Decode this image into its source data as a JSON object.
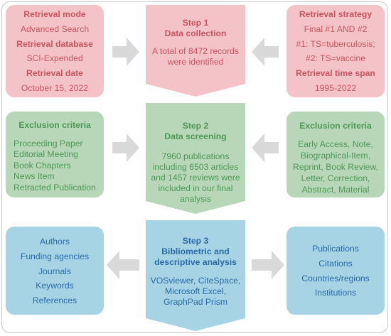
{
  "colors": {
    "pink_fill": "#f4c3c8",
    "pink_text": "#c8545f",
    "green_fill": "#b8d7b9",
    "green_text": "#4d9857",
    "blue_fill": "#a6d4e4",
    "blue_text": "#2b6aa8",
    "arrow_fill": "#d9d9d9",
    "frame": "#c9c9c9"
  },
  "row1": {
    "left": [
      {
        "text": "Retrieval mode",
        "bold": true
      },
      {
        "text": "Advanced Search",
        "bold": false
      },
      {
        "text": "Retrieval database",
        "bold": true
      },
      {
        "text": "SCI-Expended",
        "bold": false
      },
      {
        "text": "Retrieval date",
        "bold": true
      },
      {
        "text": "October 15, 2022",
        "bold": false
      }
    ],
    "center": {
      "title": [
        "Step 1",
        "Data collection"
      ],
      "body": [
        "A total of 8472 records",
        "were identified"
      ]
    },
    "right": [
      {
        "text": "Retrieval strategy",
        "bold": true
      },
      {
        "text": "Final #1 AND #2",
        "bold": false
      },
      {
        "text": "#1: TS=tuberculosis;",
        "bold": false
      },
      {
        "text": "#2: TS=vaccine",
        "bold": false
      },
      {
        "text": "Retrieval time span",
        "bold": true
      },
      {
        "text": "1995-2022",
        "bold": false
      }
    ]
  },
  "row2": {
    "left": {
      "title": "Exclusion criteria",
      "items": [
        "Proceeding Paper",
        "Editorial Meeting",
        "Book Chapters",
        "News Item",
        "Retracted Publication"
      ]
    },
    "center": {
      "title": [
        "Step 2",
        "Data screening"
      ],
      "body": [
        "7960 publications",
        "including 6503 articles",
        "and 1457 reviews were",
        "included in our final",
        "analysis"
      ]
    },
    "right": {
      "title": "Exclusion criteria",
      "items": [
        "Early Access, Note,",
        "Biographical-Item,",
        "Reprint, Book Review,",
        "Letter, Correction,",
        "Abstract, Material"
      ]
    }
  },
  "row3": {
    "left": [
      "Authors",
      "Funding agencies",
      "Journals",
      "Keywords",
      "References"
    ],
    "center": {
      "title": [
        "Step 3",
        "Bibliometric and",
        "descriptive analysis"
      ],
      "body": [
        "VOSviewer, CiteSpace,",
        "Microsoft Excel,",
        "GraphPad Prism"
      ]
    },
    "right": [
      "Publications",
      "Citations",
      "Countries/regions",
      "Institutions"
    ]
  }
}
